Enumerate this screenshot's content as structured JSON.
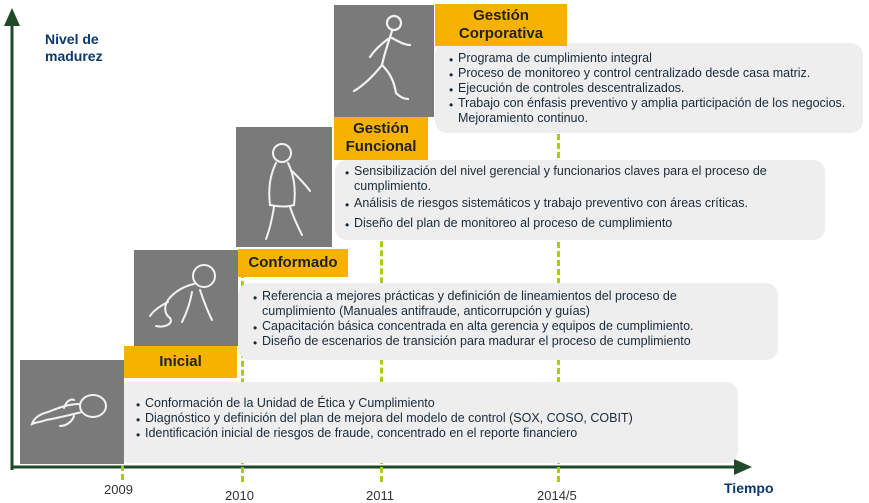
{
  "axes": {
    "y_label": "Nivel de madurez",
    "x_label": "Tiempo"
  },
  "years": [
    "2009",
    "2010",
    "2011",
    "2014/5"
  ],
  "stages": [
    {
      "label": "Inicial",
      "icon": "baby-lying-icon",
      "items": [
        "Conformación de la Unidad de Ética y Cumplimiento",
        "Diagnóstico y definición del plan de mejora del modelo de control (SOX, COSO, COBIT)",
        "Identificación inicial de riesgos de fraude, concentrado en el reporte financiero"
      ]
    },
    {
      "label": "Conformado",
      "icon": "baby-crawling-icon",
      "items": [
        "Referencia a mejores prácticas y definición de lineamientos del proceso de cumplimiento (Manuales antifraude, anticorrupción y guías)",
        "Capacitación básica concentrada en alta gerencia y equipos de cumplimiento.",
        "Diseño de escenarios de transición para madurar el proceso de cumplimiento"
      ]
    },
    {
      "label": "Gestión Funcional",
      "icon": "child-walking-icon",
      "items": [
        "Sensibilización del nivel gerencial y funcionarios claves para el proceso de cumplimiento.",
        "Análisis de riesgos sistemáticos y trabajo preventivo con áreas críticas.",
        "Diseño del plan de monitoreo al proceso de cumplimiento"
      ]
    },
    {
      "label": "Gestión Corporativa",
      "icon": "runner-icon",
      "items": [
        "Programa de cumplimiento integral",
        "Proceso de monitoreo y control centralizado desde casa matriz.",
        "Ejecución de controles descentralizados.",
        "Trabajo con énfasis preventivo y amplia participación de los negocios. Mejoramiento continuo."
      ]
    }
  ],
  "colors": {
    "axis": "#1f4a2a",
    "label_bg": "#f7b200",
    "dash": "#a8cc18",
    "box_bg": "#eeeeee",
    "photo_bg": "#7a7a7a"
  }
}
